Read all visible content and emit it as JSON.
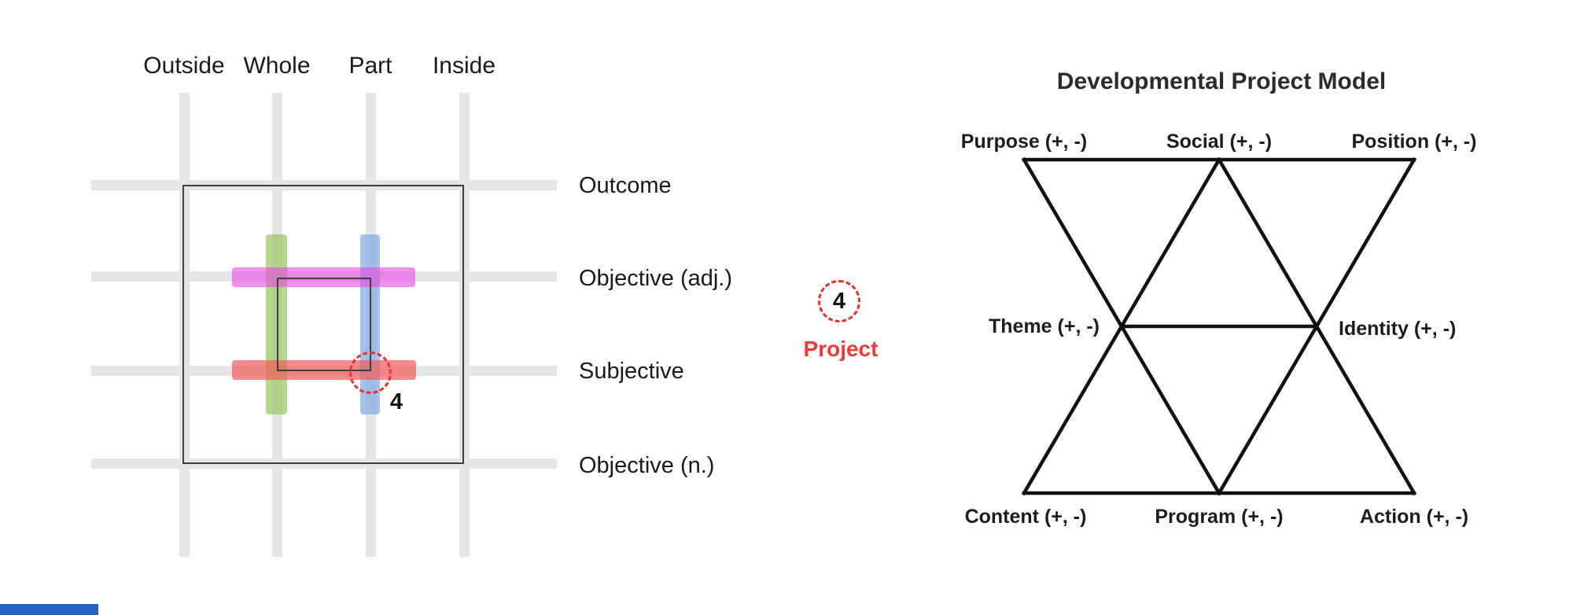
{
  "left_diagram": {
    "column_labels": [
      "Outside",
      "Whole",
      "Part",
      "Inside"
    ],
    "row_labels": [
      "Outcome",
      "Objective (adj.)",
      "Subjective",
      "Objective (n.)"
    ],
    "marker_number": "4"
  },
  "middle_marker": {
    "number": "4",
    "label": "Project"
  },
  "right_diagram": {
    "title": "Developmental Project Model",
    "top_labels": [
      "Purpose (+, -)",
      "Social (+, -)",
      "Position (+, -)"
    ],
    "middle_labels": [
      "Theme (+, -)",
      "Identity (+, -)"
    ],
    "bottom_labels": [
      "Content (+, -)",
      "Program (+, -)",
      "Action (+, -)"
    ]
  },
  "colors": {
    "grid_gray": "#e5e5e5",
    "rect_stroke": "#3f3f3f",
    "bar_green": "rgba(150,200,95,0.70)",
    "bar_blue": "rgba(130,170,230,0.70)",
    "bar_magenta": "rgba(232,75,225,0.62)",
    "bar_red": "rgba(242,90,90,0.70)",
    "dashed_circle_red": "#e8322e",
    "project_red": "#ef3936",
    "diagram_line_black": "#111111",
    "progress_blue": "#2a63c2"
  }
}
